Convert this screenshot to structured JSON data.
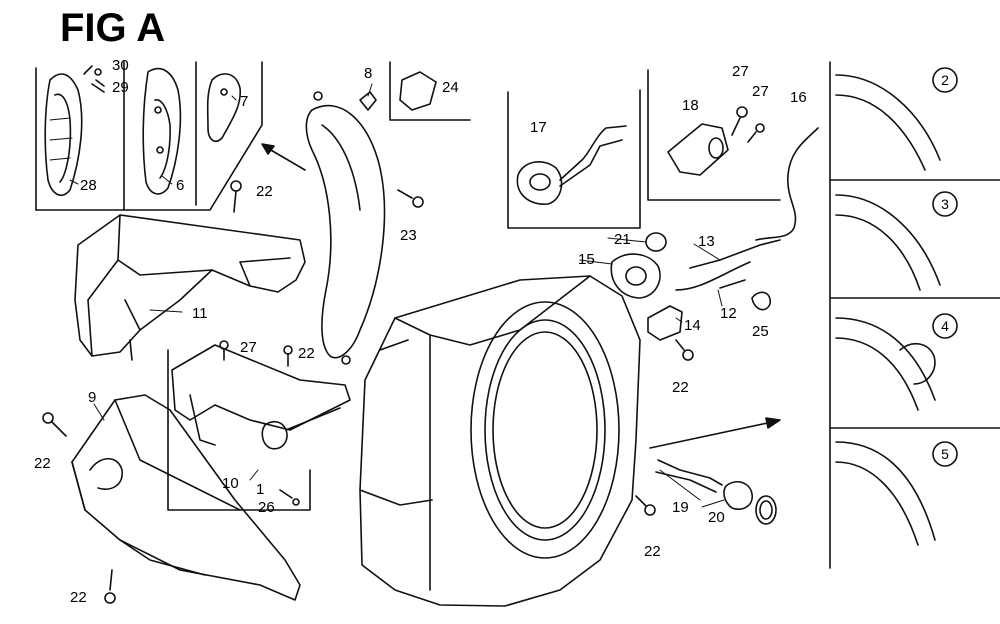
{
  "title": "FIG A",
  "callouts": {
    "c2": "2",
    "c3": "3",
    "c4": "4",
    "c5": "5",
    "c6": "6",
    "c7": "7",
    "c8": "8",
    "c9": "9",
    "c10": "10",
    "c1": "1",
    "c11": "11",
    "c12": "12",
    "c13": "13",
    "c14": "14",
    "c15": "15",
    "c16": "16",
    "c17": "17",
    "c18": "18",
    "c19": "19",
    "c20": "20",
    "c21": "21",
    "c22": "22",
    "c23": "23",
    "c24": "24",
    "c25": "25",
    "c26": "26",
    "c27": "27",
    "c28": "28",
    "c29": "29",
    "c30": "30"
  }
}
